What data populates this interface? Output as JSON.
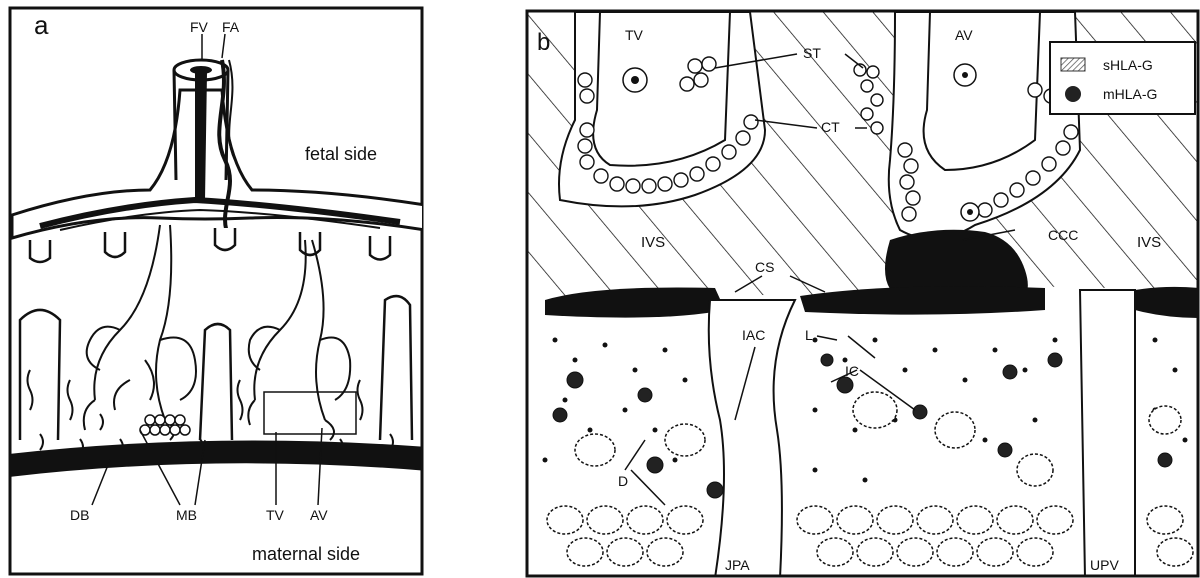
{
  "panel_a": {
    "letter": "a",
    "labels": {
      "fv": "FV",
      "fa": "FA",
      "fetal_side": "fetal side",
      "maternal_side": "maternal side",
      "db": "DB",
      "mb": "MB",
      "tv": "TV",
      "av": "AV"
    }
  },
  "panel_b": {
    "letter": "b",
    "labels": {
      "tv": "TV",
      "av": "AV",
      "st": "ST",
      "ct": "CT",
      "ivs_left": "IVS",
      "ivs_right": "IVS",
      "ccc": "CCC",
      "cs": "CS",
      "iac": "IAC",
      "l": "L",
      "ic": "IC",
      "d": "D",
      "jpa": "JPA",
      "upv": "UPV"
    },
    "legend": {
      "shla_g": "sHLA-G",
      "mhla_g": "mHLA-G"
    }
  }
}
